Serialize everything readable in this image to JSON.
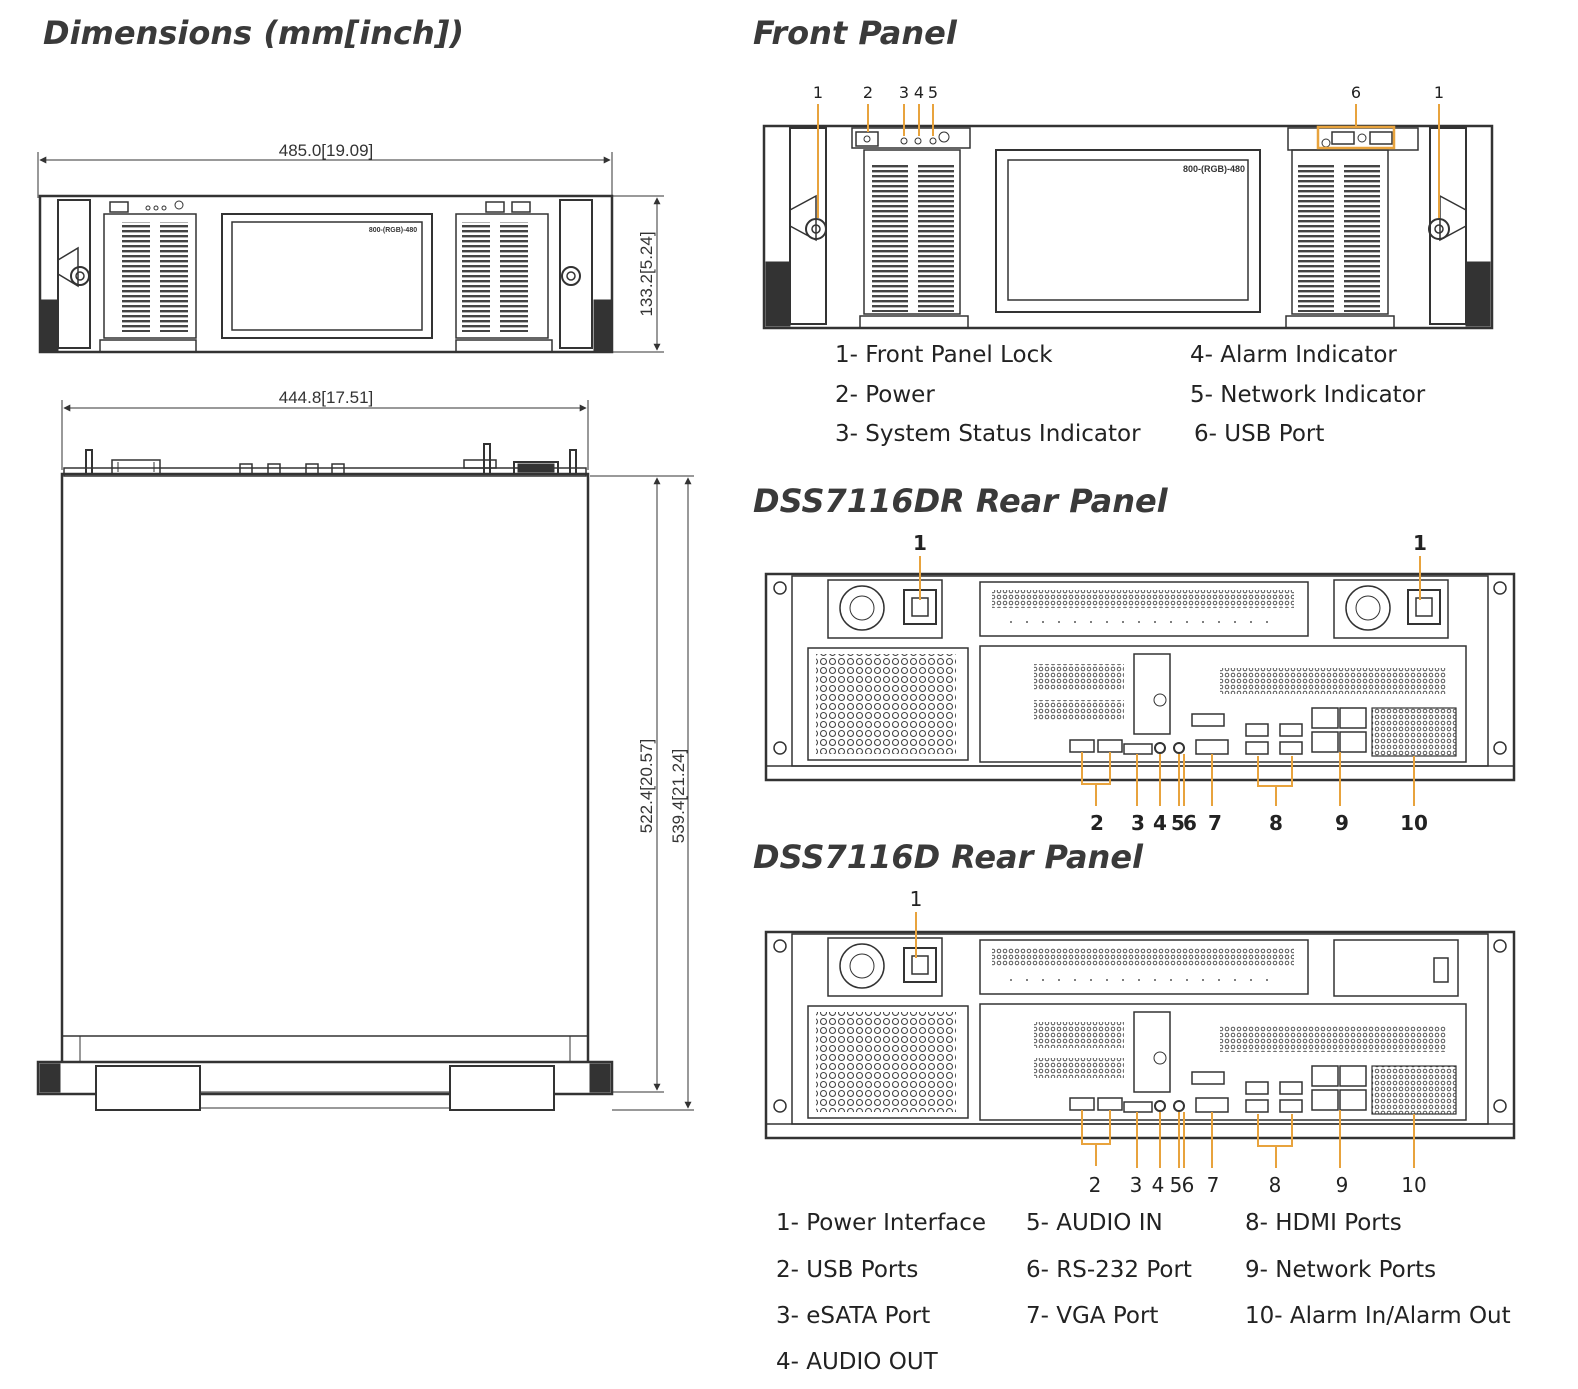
{
  "headings": {
    "dimensions": "Dimensions (mm[inch])",
    "front_panel": "Front Panel",
    "rear_dr": "DSS7116DR Rear Panel",
    "rear_d": "DSS7116D Rear Panel"
  },
  "dimensions": {
    "width_front": "485.0[19.09]",
    "height_front": "133.2[5.24]",
    "width_top": "444.8[17.51]",
    "depth_inner": "522.4[20.57]",
    "depth_outer": "539.4[21.24]",
    "screen_label": "800-(RGB)-480"
  },
  "front_panel": {
    "callouts": [
      "1",
      "2",
      "3",
      "4",
      "5",
      "6",
      "1"
    ],
    "legend": [
      "1- Front Panel Lock",
      "2- Power",
      "3- System Status Indicator",
      "4- Alarm Indicator",
      "5- Network Indicator",
      "6- USB Port"
    ]
  },
  "rear_dr": {
    "top_callouts": [
      "1",
      "1"
    ],
    "bottom_callouts": [
      "2",
      "3",
      "4",
      "5",
      "6",
      "7",
      "8",
      "9",
      "10"
    ]
  },
  "rear_d": {
    "top_callouts": [
      "1"
    ],
    "bottom_callouts": [
      "2",
      "3",
      "4",
      "5",
      "6",
      "7",
      "8",
      "9",
      "10"
    ],
    "legend": [
      "1- Power Interface",
      "2- USB Ports",
      "3- eSATA Port",
      "4- AUDIO OUT",
      "5- AUDIO IN",
      "6- RS-232 Port",
      "7- VGA Port",
      "8- HDMI Ports",
      "9- Network Ports",
      "10- Alarm In/Alarm Out"
    ]
  },
  "colors": {
    "callout_line": "#e8a33d",
    "outline": "#333333",
    "heading": "#3a3a3a"
  }
}
